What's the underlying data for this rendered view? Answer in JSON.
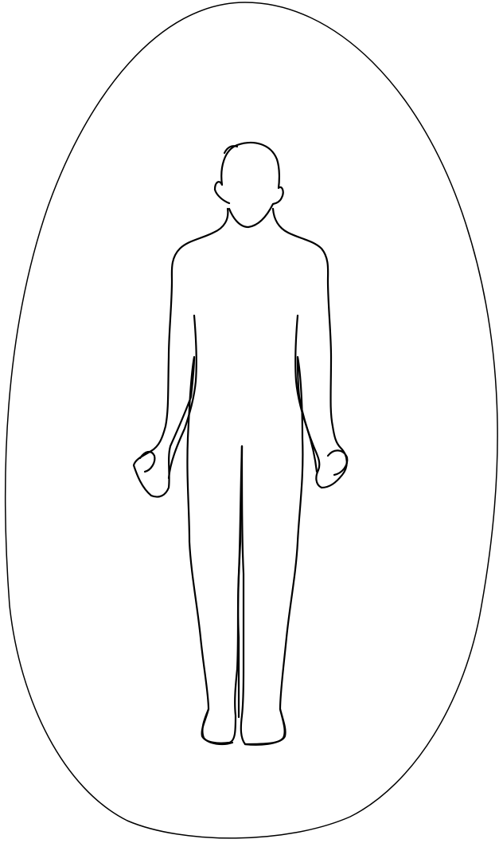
{
  "figure": {
    "subject": "human-body-outline",
    "enclosure": "egg-shaped-oval",
    "view": "front"
  },
  "colors": {
    "background": "#ffffff",
    "stroke": "#000000"
  }
}
